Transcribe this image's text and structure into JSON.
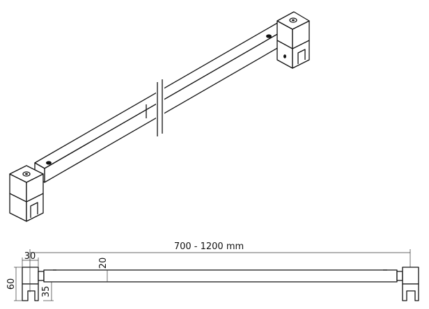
{
  "drawing": {
    "overall_length_label": "700 - 1200 mm",
    "block_width_label": "30",
    "block_height_label": "60",
    "bar_offset_label": "35",
    "bar_size_label": "20"
  },
  "colors": {
    "line": "#111111",
    "background": "#ffffff"
  }
}
